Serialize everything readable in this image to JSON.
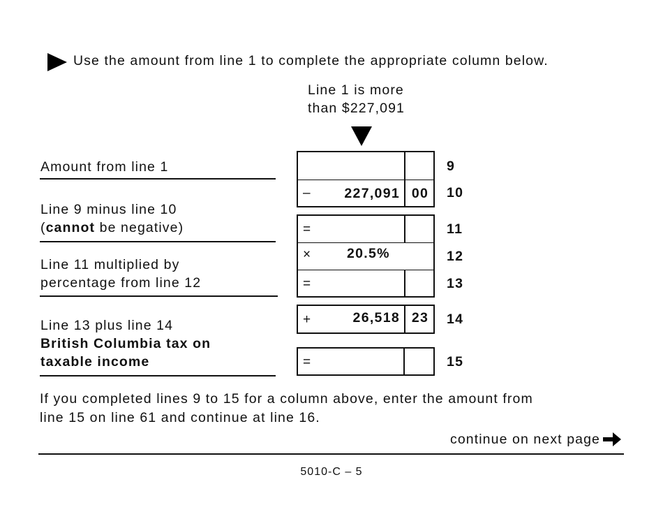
{
  "intro": {
    "icon": "right-triangle-icon",
    "text": "Use the amount from line 1 to complete the appropriate column below."
  },
  "column": {
    "heading_line1": "Line 1 is more",
    "heading_line2": "than $227,091",
    "icon": "down-triangle-icon"
  },
  "labels": {
    "line9": "Amount from line 1",
    "line11_a": "Line 9 minus line 10",
    "line11_b_open": "(",
    "line11_b_bold": "cannot",
    "line11_b_rest": " be negative)",
    "line13_a": "Line 11 multiplied by",
    "line13_b": "percentage from line 12",
    "line15_a": "Line 13 plus line 14",
    "line15_b": "British Columbia tax on",
    "line15_c": "taxable income"
  },
  "lines": {
    "l9": {
      "number": "9",
      "operator": "",
      "dollars": "",
      "cents": ""
    },
    "l10": {
      "number": "10",
      "operator": "–",
      "dollars": "227,091",
      "cents": "00"
    },
    "l11": {
      "number": "11",
      "operator": "=",
      "dollars": "",
      "cents": ""
    },
    "l12": {
      "number": "12",
      "operator": "×",
      "rate": "20.5%"
    },
    "l13": {
      "number": "13",
      "operator": "=",
      "dollars": "",
      "cents": ""
    },
    "l14": {
      "number": "14",
      "operator": "+",
      "dollars": "26,518",
      "cents": "23"
    },
    "l15": {
      "number": "15",
      "operator": "=",
      "dollars": "",
      "cents": ""
    }
  },
  "footer": {
    "instruction_line1": "If you completed lines 9 to 15 for a column above, enter the amount from",
    "instruction_line2": "line 15 on line 61 and continue at line 16.",
    "continue_label": "continue on next page",
    "continue_icon": "right-arrow-icon",
    "page_number": "5010-C – 5"
  }
}
